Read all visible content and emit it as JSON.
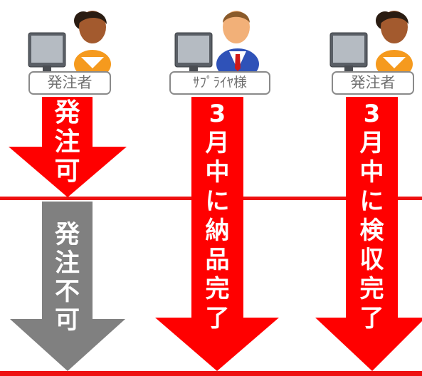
{
  "actors": [
    {
      "label": "発注者",
      "icon": "woman-at-computer-icon"
    },
    {
      "label": "ｻﾌﾟﾗｲﾔ様",
      "icon": "man-at-computer-icon"
    },
    {
      "label": "発注者",
      "icon": "woman-at-computer-icon"
    }
  ],
  "arrows": [
    {
      "segments": [
        {
          "text": [
            "発",
            "注",
            "可"
          ],
          "color": "#ff0000"
        },
        {
          "text": [
            "発",
            "注",
            "不",
            "可"
          ],
          "color": "#808080"
        }
      ]
    },
    {
      "segments": [
        {
          "text": [
            "3",
            "月",
            "中",
            "に",
            "納",
            "品",
            "完",
            "了"
          ],
          "color": "#ff0000"
        }
      ]
    },
    {
      "segments": [
        {
          "text": [
            "3",
            "月",
            "中",
            "に",
            "検",
            "収",
            "完",
            "了"
          ],
          "color": "#ff0000"
        }
      ]
    }
  ],
  "colors": {
    "red": "#ff0000",
    "gray": "#808080",
    "line": "#ee1111"
  }
}
